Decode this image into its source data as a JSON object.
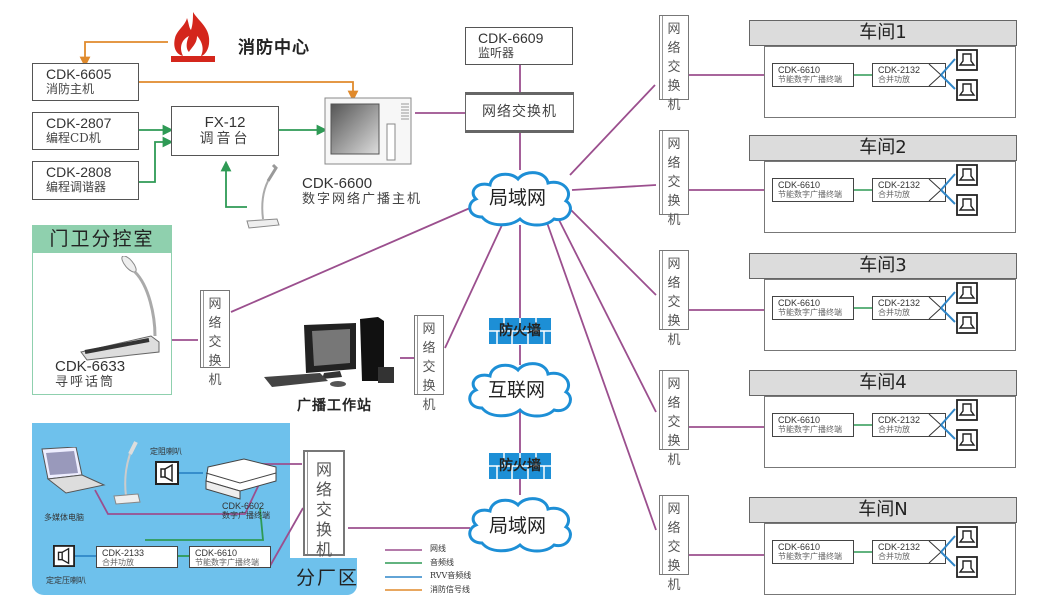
{
  "fire_center": {
    "label": "消防中心"
  },
  "devices": {
    "fire_host": {
      "model": "CDK-6605",
      "name": "消防主机"
    },
    "cd_player": {
      "model": "CDK-2807",
      "name": "编程CD机"
    },
    "tuner": {
      "model": "CDK-2808",
      "name": "编程调谐器"
    },
    "mixer": {
      "model": "FX-12",
      "name": "调音台"
    },
    "monitor": {
      "model": "CDK-6609",
      "name": "监听器"
    },
    "main_host": {
      "model": "CDK-6600",
      "name": "数字网络广播主机"
    },
    "main_switch": {
      "name": "网络交换机"
    },
    "paging_mic": {
      "model": "CDK-6633",
      "name": "寻呼话筒"
    },
    "workstation": {
      "name": "广播工作站"
    }
  },
  "guard_room": {
    "title": "门卫分控室"
  },
  "switch_label": "网络交换机",
  "networks": {
    "lan_top": "局域网",
    "internet": "互联网",
    "lan_bottom": "局域网",
    "firewall": "防火墙"
  },
  "branch": {
    "title": "分厂区",
    "laptop": "多媒体电脑",
    "fixed_speaker": "定阻喇叭",
    "terminal": {
      "model": "CDK-6602",
      "name": "数字广播终端"
    },
    "amp": {
      "model": "CDK-2133",
      "name": "合并功放"
    },
    "energy_terminal": {
      "model": "CDK-6610",
      "name": "节能数字广播终端"
    },
    "cv_speaker": "定定压喇叭"
  },
  "workshops": [
    {
      "title": "车间1",
      "terminal_model": "CDK-6610",
      "terminal_name": "节能数字广播终端",
      "amp_model": "CDK-2132",
      "amp_name": "合并功放"
    },
    {
      "title": "车间2",
      "terminal_model": "CDK-6610",
      "terminal_name": "节能数字广播终端",
      "amp_model": "CDK-2132",
      "amp_name": "合并功放"
    },
    {
      "title": "车间3",
      "terminal_model": "CDK-6610",
      "terminal_name": "节能数字广播终端",
      "amp_model": "CDK-2132",
      "amp_name": "合并功放"
    },
    {
      "title": "车间4",
      "terminal_model": "CDK-6610",
      "terminal_name": "节能数字广播终端",
      "amp_model": "CDK-2132",
      "amp_name": "合并功放"
    },
    {
      "title": "车间N",
      "terminal_model": "CDK-6610",
      "terminal_name": "节能数字广播终端",
      "amp_model": "CDK-2132",
      "amp_name": "合并功放"
    }
  ],
  "legend": [
    {
      "label": "网线",
      "color": "#9b4f8e"
    },
    {
      "label": "音频线",
      "color": "#2e9a55"
    },
    {
      "label": "RVV音频线",
      "color": "#2f86c8"
    },
    {
      "label": "消防信号线",
      "color": "#e08a2c"
    }
  ],
  "colors": {
    "network": "#9b4f8e",
    "audio": "#2e9a55",
    "rvv": "#2f86c8",
    "fire": "#e08a2c",
    "guard_green": "#8fd0ae",
    "branch_blue": "#6ec1ec",
    "fire_red": "#d4261c",
    "cloud_blue": "#1d8fd6"
  }
}
